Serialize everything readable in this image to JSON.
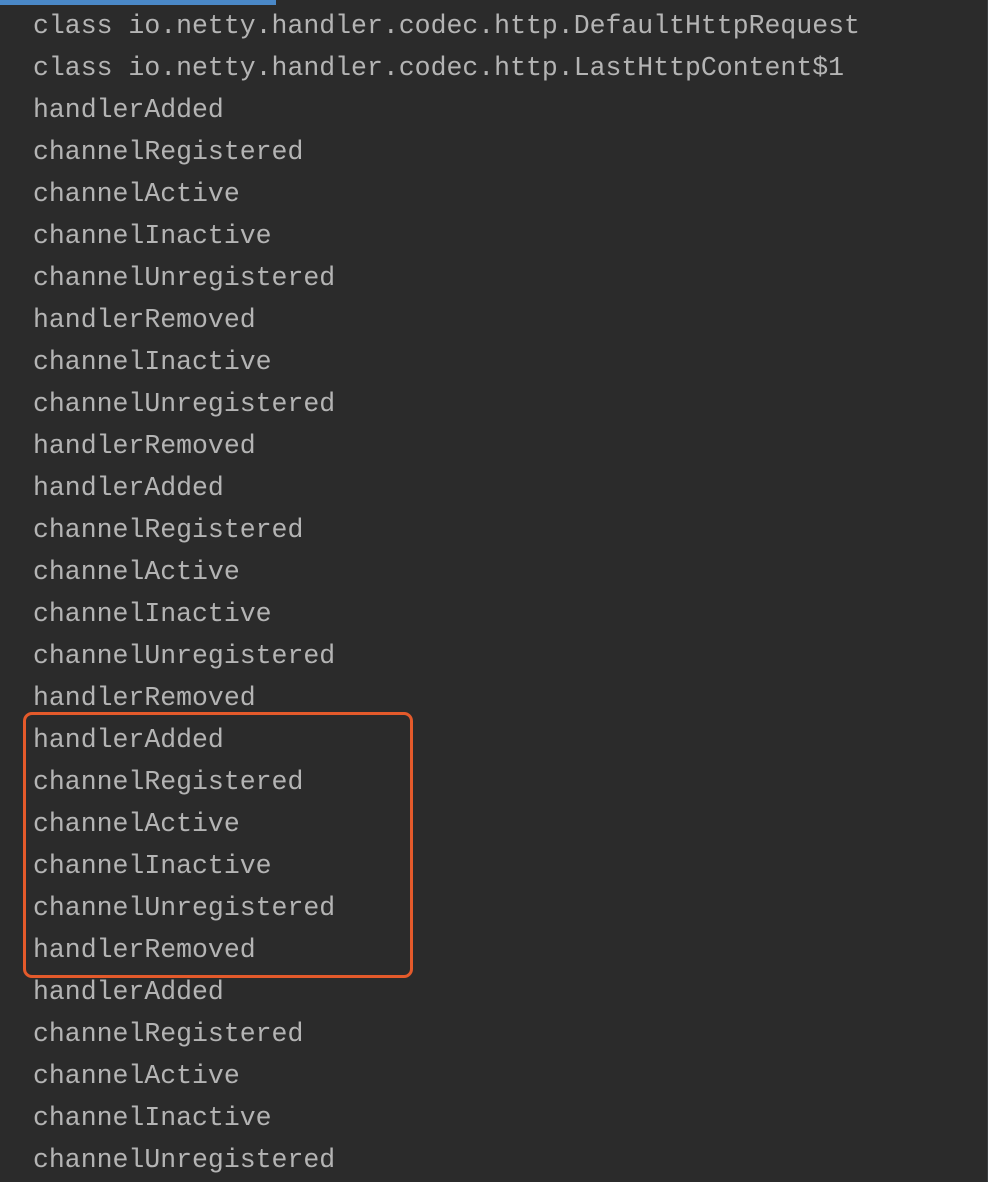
{
  "console": {
    "lines": [
      "class io.netty.handler.codec.http.DefaultHttpRequest",
      "class io.netty.handler.codec.http.LastHttpContent$1",
      "handlerAdded",
      "channelRegistered",
      "channelActive",
      "channelInactive",
      "channelUnregistered",
      "handlerRemoved",
      "channelInactive",
      "channelUnregistered",
      "handlerRemoved",
      "handlerAdded",
      "channelRegistered",
      "channelActive",
      "channelInactive",
      "channelUnregistered",
      "handlerRemoved",
      "handlerAdded",
      "channelRegistered",
      "channelActive",
      "channelInactive",
      "channelUnregistered",
      "handlerRemoved",
      "handlerAdded",
      "channelRegistered",
      "channelActive",
      "channelInactive",
      "channelUnregistered"
    ]
  },
  "colors": {
    "background": "#2b2b2b",
    "text": "#b4b4b4",
    "highlight_border": "#e45a2b",
    "tab_indicator": "#4a88c7"
  }
}
